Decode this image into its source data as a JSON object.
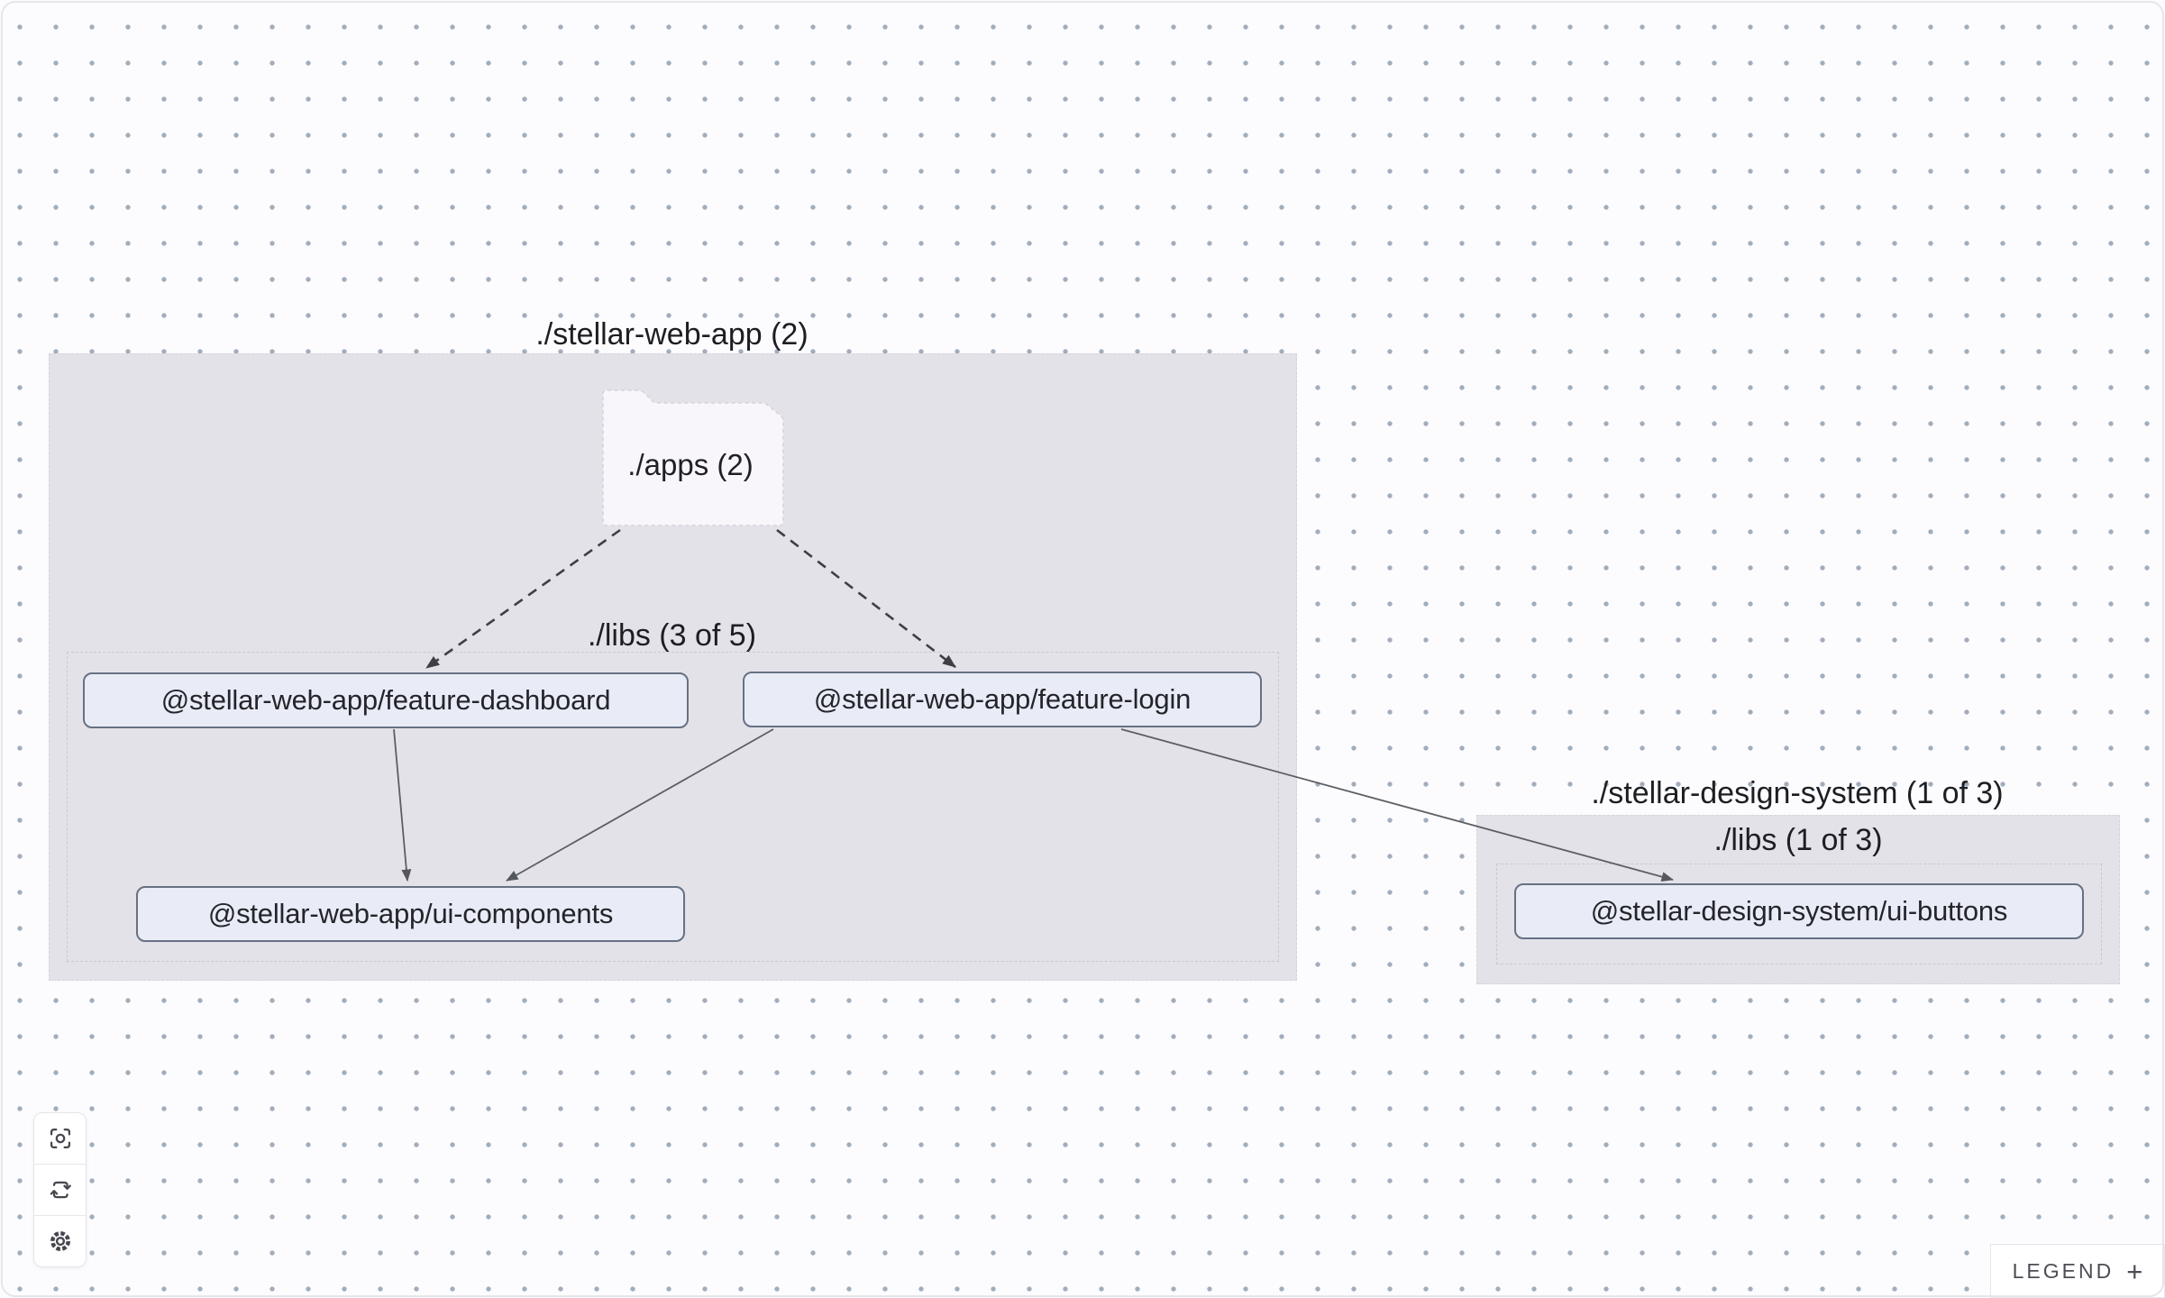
{
  "groups": {
    "web_app": {
      "label": "./stellar-web-app (2)"
    },
    "web_app_libs": {
      "label": "./libs (3 of 5)"
    },
    "design_system": {
      "label": "./stellar-design-system (1 of 3)"
    },
    "design_system_libs": {
      "label": "./libs (1 of 3)"
    }
  },
  "folder": {
    "label": "./apps (2)"
  },
  "nodes": {
    "feature_dashboard": {
      "label": "@stellar-web-app/feature-dashboard"
    },
    "feature_login": {
      "label": "@stellar-web-app/feature-login"
    },
    "ui_components": {
      "label": "@stellar-web-app/ui-components"
    },
    "ui_buttons": {
      "label": "@stellar-design-system/ui-buttons"
    }
  },
  "edges": [
    {
      "from": "./apps",
      "to": "@stellar-web-app/feature-dashboard",
      "style": "dashed"
    },
    {
      "from": "./apps",
      "to": "@stellar-web-app/feature-login",
      "style": "dashed"
    },
    {
      "from": "@stellar-web-app/feature-dashboard",
      "to": "@stellar-web-app/ui-components",
      "style": "solid"
    },
    {
      "from": "@stellar-web-app/feature-login",
      "to": "@stellar-web-app/ui-components",
      "style": "solid"
    },
    {
      "from": "@stellar-web-app/feature-login",
      "to": "@stellar-design-system/ui-buttons",
      "style": "solid"
    }
  ],
  "toolbar": {
    "buttons": [
      {
        "icon": "focus-icon"
      },
      {
        "icon": "refresh-icon"
      },
      {
        "icon": "settings-icon"
      }
    ]
  },
  "legend": {
    "label": "LEGEND",
    "toggle_symbol": "+"
  },
  "colors": {
    "group_fill": "#e4e2e9",
    "node_fill": "#e9ecf6",
    "node_border": "#667183",
    "edge_dashed": "#3e3f45",
    "edge_solid": "#5c5e66",
    "canvas_dot": "#a2adbb"
  }
}
